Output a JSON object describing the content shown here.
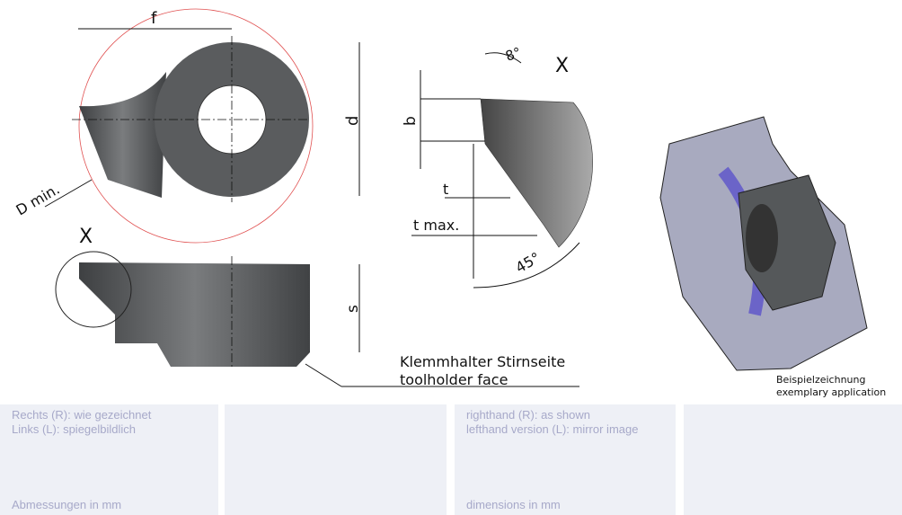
{
  "drawing": {
    "labels": {
      "f": "f",
      "d": "d",
      "d_min": "D min.",
      "x_top": "X",
      "x_side": "X",
      "b": "b",
      "t": "t",
      "t_max": "t max.",
      "angle_8": "8°",
      "angle_45": "45°",
      "s": "s",
      "toolholder_de": "Klemmhalter Stirnseite",
      "toolholder_en": "toolholder face",
      "example_de": "Beispielzeichnung",
      "example_en": "exemplary application"
    },
    "colors": {
      "insert": "#5c5e60",
      "section": "#a8aabf",
      "ring": "#6b64c8"
    }
  },
  "footer": {
    "de_line1": "Rechts (R): wie gezeichnet",
    "de_line2": "Links (L): spiegelbildlich",
    "de_units": "Abmessungen in mm",
    "en_line1": "righthand (R): as shown",
    "en_line2": "lefthand version (L): mirror image",
    "en_units": "dimensions in mm"
  }
}
